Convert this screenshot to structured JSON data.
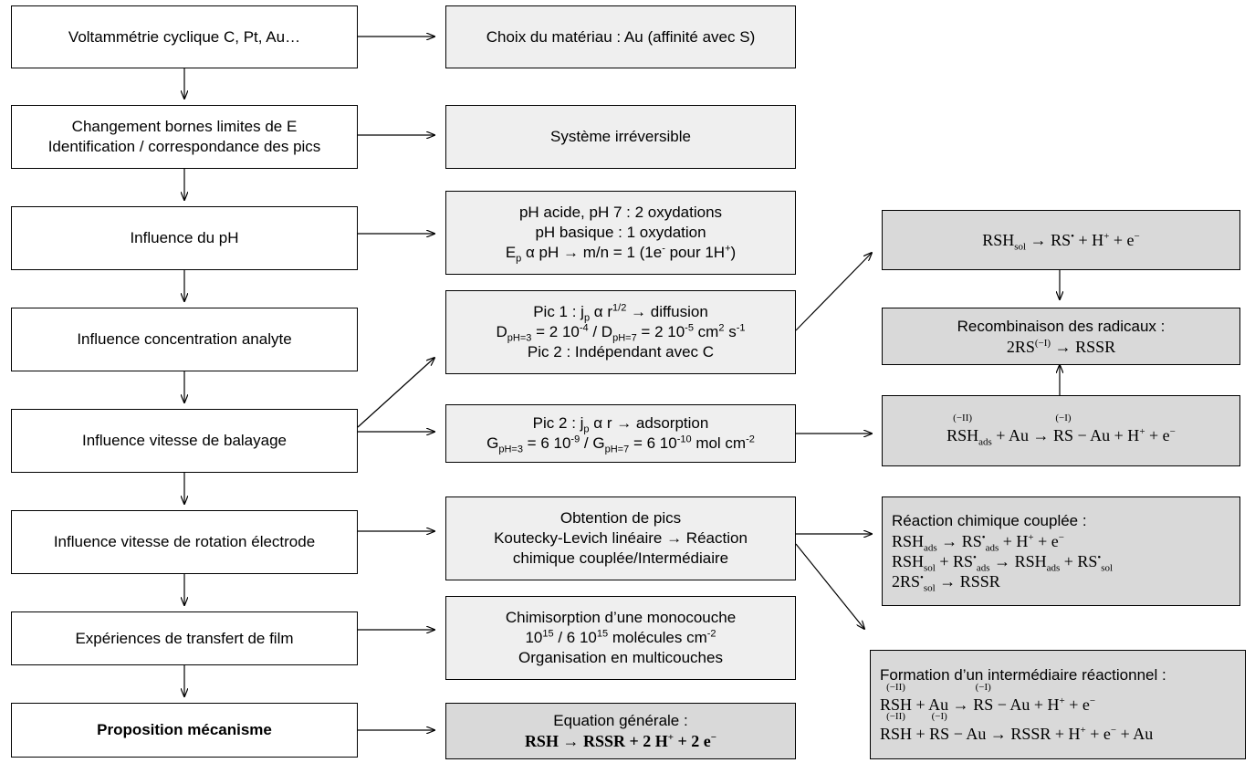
{
  "steps": [
    {
      "id": "s1",
      "label": "Voltammétrie cyclique C, Pt, Au…"
    },
    {
      "id": "s2",
      "lines": [
        "Changement bornes limites de E",
        "Identification / correspondance des pics"
      ]
    },
    {
      "id": "s3",
      "label": "Influence du pH"
    },
    {
      "id": "s4",
      "label": "Influence concentration analyte"
    },
    {
      "id": "s5",
      "label": "Influence vitesse de balayage"
    },
    {
      "id": "s6",
      "label": "Influence vitesse de rotation électrode"
    },
    {
      "id": "s7",
      "label": "Expériences de transfert de film"
    },
    {
      "id": "s8",
      "label": "Proposition mécanisme"
    }
  ],
  "results": {
    "r1": "Choix du matériau : Au (affinité avec S)",
    "r2": "Système irréversible",
    "r3": {
      "line1": "pH acide, pH 7 : 2 oxydations",
      "line2": "pH basique : 1 oxydation",
      "line3": {
        "e": "E",
        "e_sub": "p",
        "rest": " α pH → m/n = 1 (1e",
        "sup1": "-",
        "mid": " pour 1H",
        "sup2": "+",
        "end": ")"
      }
    },
    "r4": {
      "line1": {
        "a": "Pic 1 : j",
        "sub": "p",
        "b": " α r",
        "sup": "1/2",
        "c": " → diffusion"
      },
      "line2": {
        "a": "D",
        "sub1": "pH=3",
        "b": " = 2 10",
        "sup1": "-4",
        "c": " / D",
        "sub2": "pH=7",
        "d": " = 2 10",
        "sup2": "-5",
        "e": " cm",
        "sup3": "2",
        "f": " s",
        "sup4": "-1"
      },
      "line3": "Pic 2 : Indépendant avec C"
    },
    "r5": {
      "line1": {
        "a": "Pic 2 : j",
        "sub": "p",
        "b": " α r → adsorption"
      },
      "line2": {
        "a": "G",
        "sub1": "pH=3",
        "b": " = 6 10",
        "sup1": "-9",
        "c": " / G",
        "sub2": "pH=7",
        "d": " = 6 10",
        "sup2": "-10",
        "e": " mol cm",
        "sup3": "-2"
      }
    },
    "r6": [
      "Obtention de pics",
      "Koutecky-Levich linéaire → Réaction",
      "chimique couplée/Intermédiaire"
    ],
    "r7": {
      "line1": "Chimisorption d’une monocouche",
      "line2": {
        "a": "10",
        "sup1": "15",
        "b": " / 6 10",
        "sup2": "15",
        "c": " molécules cm",
        "sup3": "-2"
      },
      "line3": "Organisation en multicouches"
    },
    "r8": {
      "title": "Equation générale :",
      "eq_lhs": "RSH",
      "eq_rhs": " → RSSR + 2 H",
      "sup1": "+",
      "eq_rest": " + 2 e",
      "sup2": "−"
    }
  },
  "mechanisms": {
    "m1": {
      "a": "RSH",
      "sub": "sol",
      "b": " → RS",
      "sup": "•",
      "c": " + H",
      "sup2": "+",
      "d": " + e",
      "sup3": "−"
    },
    "m2": {
      "title": "Recombinaison des radicaux :",
      "a": "2RS",
      "sup": "(−I)",
      "b": " → RSSR"
    },
    "m3": {
      "ox1": "(−II)",
      "a": "RSH",
      "sub": "ads",
      "b": " + Au → ",
      "ox2": "(−I)",
      "c": "RS",
      "d": " − Au + H",
      "sup": "+",
      "e": " + e",
      "sup2": "−"
    },
    "m4": {
      "title": "Réaction chimique couplée :",
      "l1": {
        "a": "RSH",
        "sub1": "ads",
        "b": " → RS",
        "sup1": "•",
        "sub2": "ads",
        "c": " + H",
        "sup2": "+",
        "d": " + e",
        "sup3": "−"
      },
      "l2": {
        "a": "RSH",
        "sub1": "sol",
        "b": " + RS",
        "sup1": "•",
        "sub2": "ads",
        "c": " → RSH",
        "sub3": "ads",
        "d": " + RS",
        "sup2": "•",
        "sub4": "sol"
      },
      "l3": {
        "a": "2RS",
        "sup1": "•",
        "sub1": "sol",
        "b": " → RSSR"
      }
    },
    "m5": {
      "title": "Formation d’un intermédiaire réactionnel :",
      "l1": {
        "ox1": "(−II)",
        "a": "RSH",
        "b": " + Au → ",
        "ox2": "(−I)",
        "c": "RS",
        "d": " − Au + H",
        "sup": "+",
        "e": " + e",
        "sup2": "−"
      },
      "l2": {
        "ox1": "(−II)",
        "a": "RSH",
        "b": " + ",
        "ox2": "(−I)",
        "c": "RS",
        "d": " − Au → RSSR + H",
        "sup": "+",
        "e": " + e",
        "sup2": "−",
        "f": " + Au"
      }
    }
  }
}
